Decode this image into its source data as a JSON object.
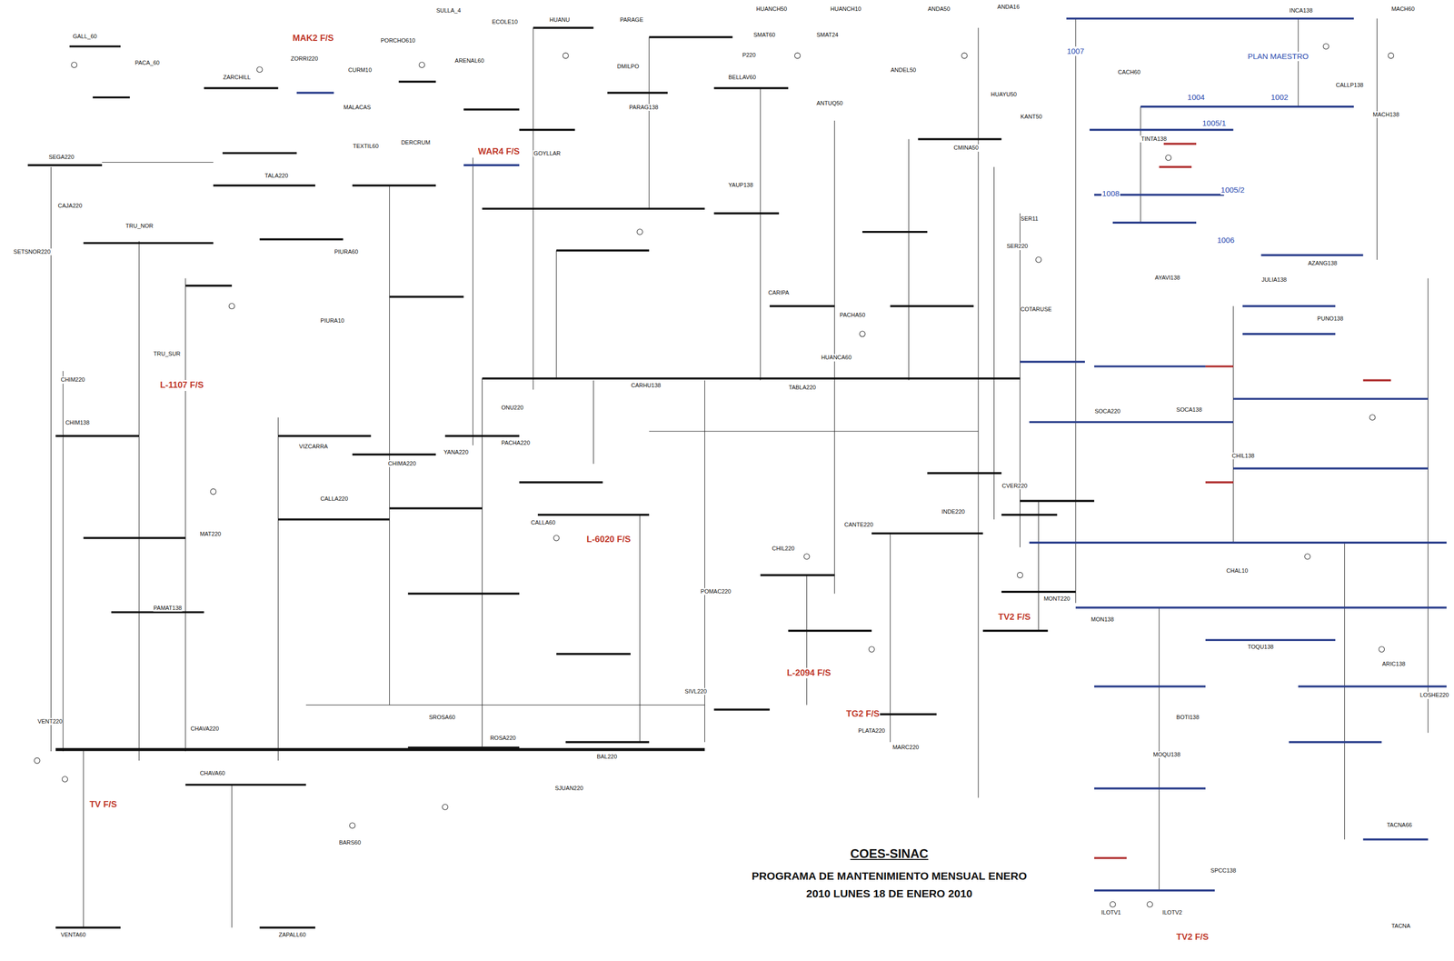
{
  "diagram": {
    "title": "COES-SINAC",
    "caption": "PROGRAMA DE MANTENIMIENTO MENSUAL ENERO 2010 LUNES 18 DE ENERO 2010",
    "labels": [
      "GALL_60",
      "MAK2 F/S",
      "ZORRI220",
      "SULLA_4",
      "ECOLE10",
      "HUANU",
      "PARAGE",
      "P220",
      "HUANCH50",
      "HUANCH10",
      "ANDA50",
      "ANDA16",
      "INCA138",
      "MACH60",
      "PACA_60",
      "ZARCHILL",
      "CURM10",
      "PORCHO610",
      "ARENAL60",
      "DMILPO",
      "BELLAV60",
      "SMAT60",
      "SMAT24",
      "ANDEL50",
      "CACH60",
      "PLAN MAESTRO",
      "1007",
      "1004",
      "1002",
      "1005/1",
      "1005/2",
      "1008",
      "1006",
      "MACH138",
      "CALLP138",
      "WAR4 F/S",
      "SEGA220",
      "MALACAS",
      "TEXTIL60",
      "DERCRUM",
      "PARAG138",
      "GOYLLAR",
      "HUAYU50",
      "KANT50",
      "CMINA50",
      "ANTUQ50",
      "SETSNOR220",
      "CAJA220",
      "TRU_NOR",
      "TRU_SUR",
      "PIURA60",
      "PIURA10",
      "TALA220",
      "PACHA220",
      "ONU220",
      "CARHU138",
      "YAUP138",
      "PACHA50",
      "CARIPA",
      "HUANCA60",
      "TABLA220",
      "L-1107 F/S",
      "CHIM220",
      "CHIM138",
      "VIZCARRA",
      "CHIMA220",
      "YANA220",
      "SER220",
      "SER11",
      "SOCA220",
      "SOCA138",
      "COTARUSE",
      "TINTA138",
      "AYAVI138",
      "JULIA138",
      "PUNO138",
      "AZANG138",
      "L-6020 F/S",
      "CALLA60",
      "CALLA220",
      "MAT220",
      "PAMAT138",
      "CHAVA220",
      "CHAVA60",
      "VENT220",
      "VENTA60",
      "ZAPALL60",
      "TV F/S",
      "BARS60",
      "SROSA60",
      "ROSA220",
      "BAL220",
      "SJUAN220",
      "SIVL220",
      "POMAC220",
      "CHIL220",
      "CANTE220",
      "L-2094 F/S",
      "TG2 F/S",
      "MARC220",
      "PLATA220",
      "INDE220",
      "CVER220",
      "MONT220",
      "TV2 F/S",
      "MON138",
      "MOQU138",
      "BOTI138",
      "TOQU138",
      "ARIC138",
      "TACNA66",
      "TACNA",
      "LOSHE220",
      "ILOTV1",
      "ILOTV2",
      "TV2 F/S",
      "SPCC138",
      "CHIL138",
      "CHAL10"
    ]
  }
}
